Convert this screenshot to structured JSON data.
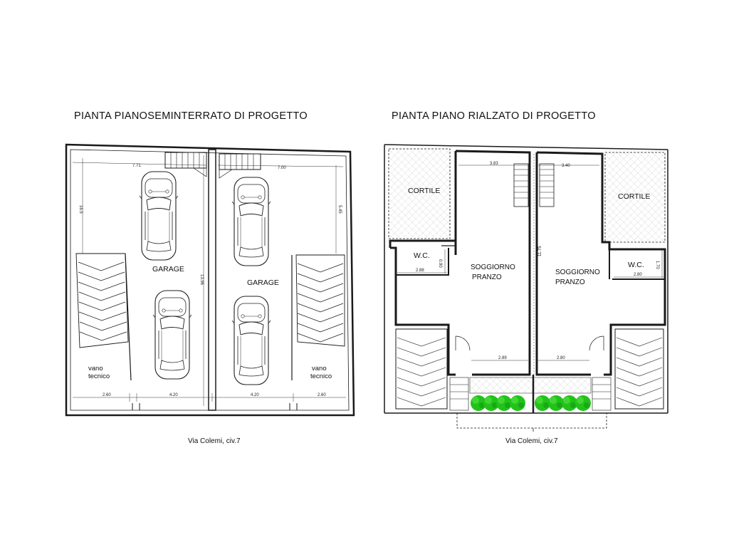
{
  "plans": {
    "left": {
      "title": "PIANTA PIANOSEMINTERRATO DI PROGETTO",
      "street": "Via Colemi, civ.7",
      "rooms": {
        "garage_left": "GARAGE",
        "garage_right": "GARAGE",
        "tech_left": "vano\ntecnico",
        "tech_right": "vano\ntecnico"
      },
      "dims": {
        "top_left": "7.71",
        "top_right": "7.00",
        "side_left": "16.5",
        "side_right": "5.45",
        "depth": "13.96",
        "bottom_1": "2.60",
        "bottom_2": "4.20",
        "bottom_3": "4.20",
        "bottom_4": "2.60"
      }
    },
    "right": {
      "title": "PIANTA PIANO RIALZATO DI PROGETTO",
      "street": "Via Colemi, civ.7",
      "rooms": {
        "courtyard_left": "CORTILE",
        "courtyard_right": "CORTILE",
        "wc_left": "W.C.",
        "wc_right": "W.C.",
        "living_left": "SOGGIORNO\nPRANZO",
        "living_right": "SOGGIORNO\nPRANZO"
      },
      "dims": {
        "top_left": "3.83",
        "top_right": "3.40",
        "wc_left_w": "2.88",
        "wc_left_h": "0.90",
        "wc_right_w": "2.80",
        "wc_right_h": "1.70",
        "depth": "11.75",
        "bottom_left": "2.89",
        "bottom_right": "2.80"
      }
    }
  },
  "colors": {
    "line": "#1a1a1a",
    "hatch": "#bdbdbd",
    "plants": "#22c21a",
    "plants_dark": "#0f8a0f"
  }
}
